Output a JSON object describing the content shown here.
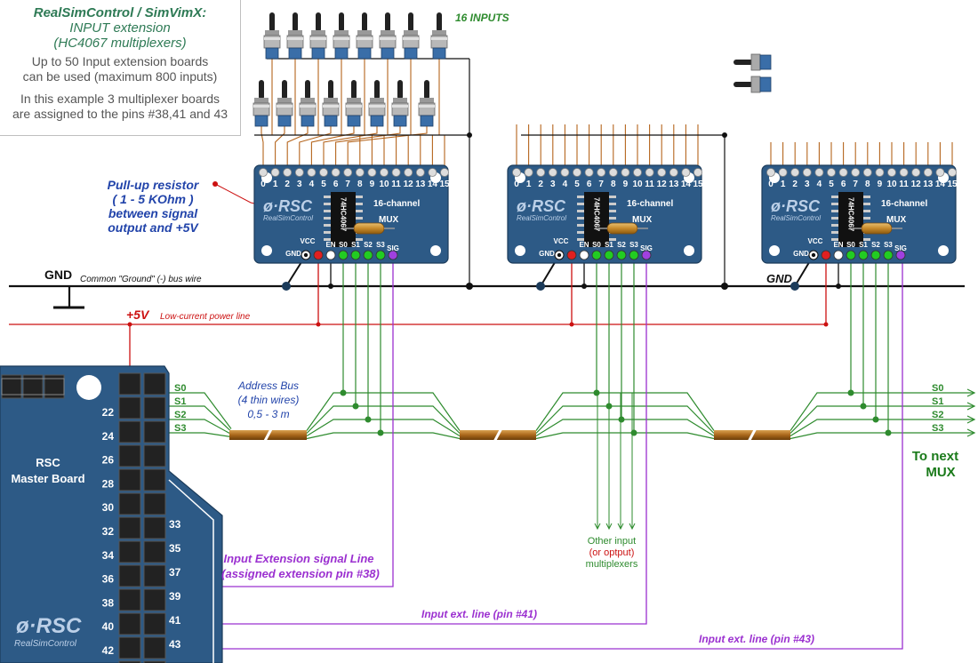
{
  "title": {
    "line1": "RealSimControl / SimVimX:",
    "line2": "INPUT extension",
    "line3": "(HC4067 multiplexers)",
    "para1a": "Up to 50 Input extension boards",
    "para1b": "can be used (maximum 800 inputs)",
    "para2a": "In this example 3 multiplexer boards",
    "para2b": "are assigned to the pins #38,41 and 43"
  },
  "inputs_label": "16  INPUTS",
  "pullup": {
    "l1": "Pull-up resistor",
    "l2": "( 1 - 5 KOhm )",
    "l3": "between signal",
    "l4": "output and +5V"
  },
  "gnd": {
    "label": "GND",
    "desc": "Common \"Ground\"  (-) bus wire",
    "label_right": "GND"
  },
  "vcc": {
    "label": "+5V",
    "desc": "Low-current power line"
  },
  "address_bus": {
    "l1": "Address Bus",
    "l2": "(4 thin wires)",
    "l3": "0,5 - 3 m"
  },
  "bus_labels": [
    "S0",
    "S1",
    "S2",
    "S3"
  ],
  "to_next": [
    "To next",
    "MUX"
  ],
  "other_mux": [
    "Other input",
    "(or optput)",
    "multiplexers"
  ],
  "master": {
    "name1": "RSC",
    "name2": "Master Board",
    "logo": "RealSimControl",
    "pins_left": [
      "22",
      "24",
      "26",
      "28",
      "30",
      "32",
      "34",
      "36",
      "38",
      "40",
      "42"
    ],
    "pins_right": [
      "33",
      "35",
      "37",
      "39",
      "41",
      "43"
    ]
  },
  "mux_board": {
    "channels": [
      "0",
      "1",
      "2",
      "3",
      "4",
      "5",
      "6",
      "7",
      "8",
      "9",
      "10",
      "11",
      "12",
      "13",
      "14",
      "15"
    ],
    "title": "16-channel",
    "mux": "MUX",
    "chip": "74HC4067",
    "logo": "RealSimControl",
    "pins": [
      "VCC",
      "EN",
      "S0",
      "S1",
      "S2",
      "S3",
      "SIG"
    ],
    "gnd": "GND"
  },
  "signal_lines": {
    "l38a": "Input Extension signal Line",
    "l38b": "(assigned extension pin #38)",
    "l41": "Input ext. line  (pin #41)",
    "l43": "Input ext. line  (pin #43)"
  },
  "colors": {
    "board_blue": "#2d5a86",
    "wire_green": "#2e8b2e",
    "wire_purple": "#9b30d0",
    "wire_red": "#cc1111",
    "wire_brown": "#b5651d",
    "label_blue": "#2244aa"
  }
}
